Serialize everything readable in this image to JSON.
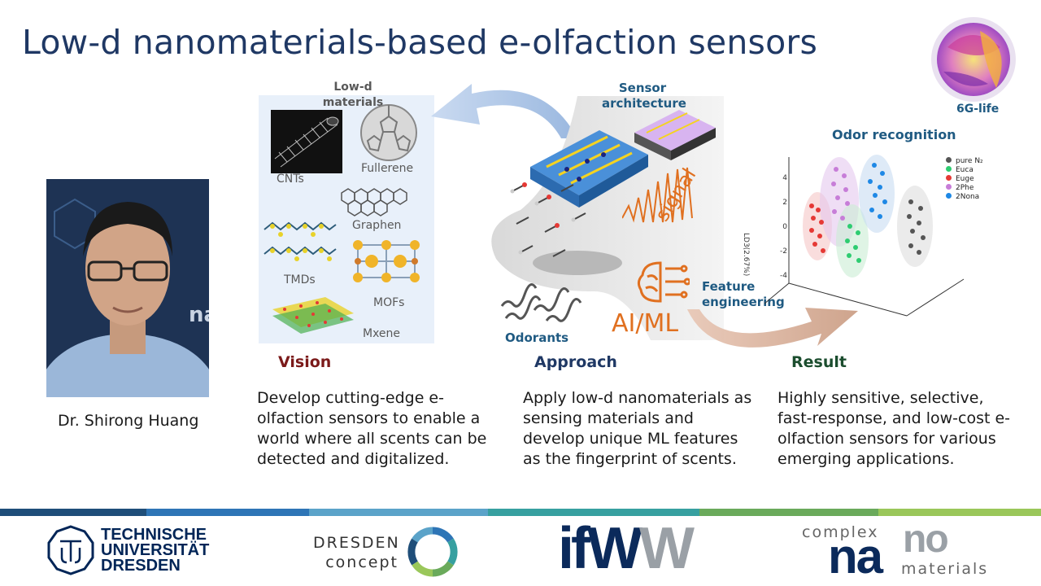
{
  "slide": {
    "title": "Low-d nanomaterials-based e-olfaction sensors",
    "badge_label": "6G-life",
    "person_name": "Dr. Shirong Huang"
  },
  "materials_panel": {
    "title": "Low-d materials",
    "items": [
      "CNTs",
      "Fullerene",
      "Graphen",
      "TMDs",
      "MOFs",
      "Mxene"
    ]
  },
  "diagram": {
    "sensor_architecture": "Sensor architecture",
    "signal": "signal",
    "feature_engineering": "Feature engineering",
    "aiml": "AI/ML",
    "odorants": "Odorants",
    "odor_recognition": "Odor recognition"
  },
  "scatter_plot": {
    "ylabel": "LD3(2.67%)",
    "yticks": [
      "4",
      "2",
      "0",
      "-2",
      "-4"
    ],
    "legend": [
      {
        "name": "pure N₂",
        "color": "#555555"
      },
      {
        "name": "Euca",
        "color": "#2ecc71"
      },
      {
        "name": "Euge",
        "color": "#e53935"
      },
      {
        "name": "2Phe",
        "color": "#c77dd8"
      },
      {
        "name": "2Nona",
        "color": "#1e88e5"
      }
    ]
  },
  "sections": {
    "vision": {
      "title": "Vision",
      "color": "#7b1a1a",
      "text": "Develop cutting-edge e-olfaction sensors to enable a world where all scents can be detected and digitalized."
    },
    "approach": {
      "title": "Approach",
      "color": "#1f3864",
      "text": "Apply low-d nanomaterials as sensing materials and develop unique ML features as the fingerprint of scents."
    },
    "result": {
      "title": "Result",
      "color": "#1b4d2e",
      "text": "Highly sensitive, selective, fast-response, and low-cost e-olfaction sensors for various emerging applications."
    }
  },
  "footer": {
    "tu_line1": "TECHNISCHE",
    "tu_line2": "UNIVERSITÄT",
    "tu_line3": "DRESDEN",
    "dresden_line1": "DRESDEN",
    "dresden_line2": "concept",
    "ifw": "ifW",
    "ifw_suffix": "W",
    "cn_top": "complex",
    "cn_na": "na",
    "cn_no": "no",
    "cn_bottom": "materials"
  }
}
